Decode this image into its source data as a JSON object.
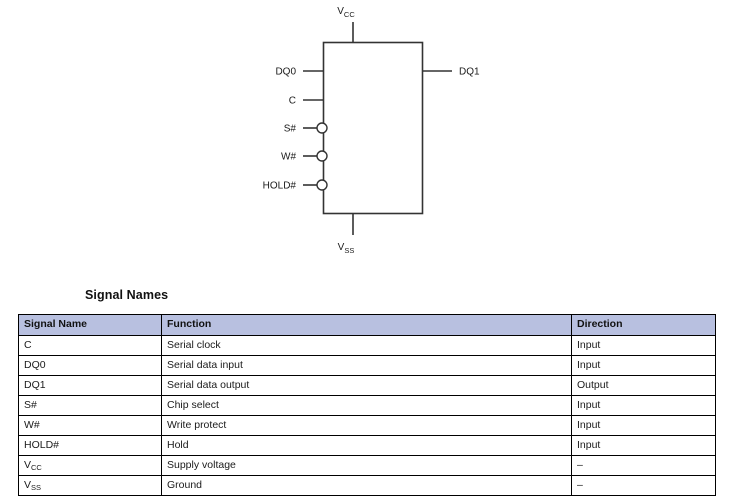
{
  "diagram": {
    "name": "chip-block-diagram",
    "power_top": {
      "label": "V",
      "sub": "CC"
    },
    "power_bottom": {
      "label": "V",
      "sub": "SS"
    },
    "left_pins": [
      {
        "label": "DQ0",
        "inverted": false
      },
      {
        "label": "C",
        "inverted": false
      },
      {
        "label": "S#",
        "inverted": true
      },
      {
        "label": "W#",
        "inverted": true
      },
      {
        "label": "HOLD#",
        "inverted": true
      }
    ],
    "right_pins": [
      {
        "label": "DQ1",
        "inverted": false
      }
    ]
  },
  "section": {
    "heading": "Signal Names"
  },
  "table": {
    "columns": [
      "Signal Name",
      "Function",
      "Direction"
    ],
    "rows": [
      {
        "name": "C",
        "sub": "",
        "function": "Serial clock",
        "direction": "Input"
      },
      {
        "name": "DQ0",
        "sub": "",
        "function": "Serial data input",
        "direction": "Input"
      },
      {
        "name": "DQ1",
        "sub": "",
        "function": "Serial data output",
        "direction": "Output"
      },
      {
        "name": "S#",
        "sub": "",
        "function": "Chip select",
        "direction": "Input"
      },
      {
        "name": "W#",
        "sub": "",
        "function": "Write protect",
        "direction": "Input"
      },
      {
        "name": "HOLD#",
        "sub": "",
        "function": "Hold",
        "direction": "Input"
      },
      {
        "name": "V",
        "sub": "CC",
        "function": "Supply voltage",
        "direction": "–"
      },
      {
        "name": "V",
        "sub": "SS",
        "function": "Ground",
        "direction": "–"
      }
    ]
  },
  "colors": {
    "header_fill": "#b8c0e0",
    "border": "#000000",
    "text": "#1a1a1a",
    "diagram_line": "#333333"
  }
}
